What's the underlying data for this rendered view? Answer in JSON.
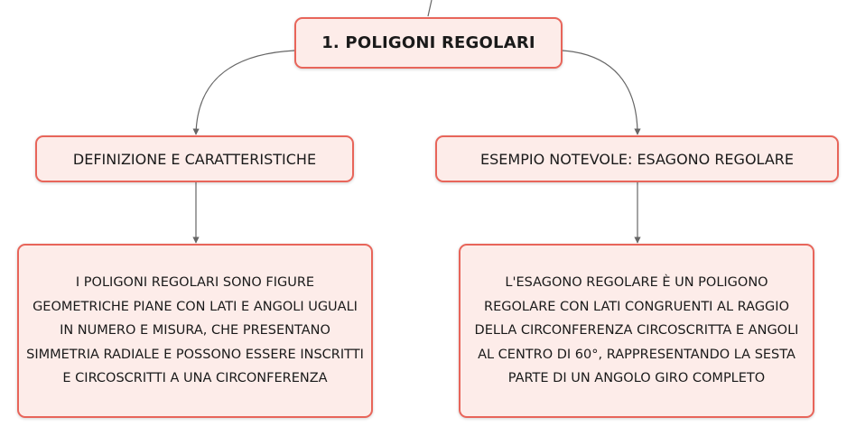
{
  "root": {
    "title": "1. POLIGONI REGOLARI"
  },
  "branches": [
    {
      "title": "DEFINIZIONE E CARATTERISTICHE",
      "detail": "I POLIGONI REGOLARI SONO FIGURE GEOMETRICHE PIANE CON LATI E ANGOLI UGUALI IN NUMERO E MISURA, CHE PRESENTANO SIMMETRIA RADIALE E POSSONO ESSERE INSCRITTI E CIRCOSCRITTI A UNA CIRCONFERENZA"
    },
    {
      "title": "ESEMPIO NOTEVOLE: ESAGONO REGOLARE",
      "detail": "L'ESAGONO REGOLARE È UN POLIGONO REGOLARE CON LATI CONGRUENTI AL RAGGIO DELLA CIRCONFERENZA CIRCOSCRITTA E ANGOLI AL CENTRO DI 60°, RAPPRESENTANDO LA SESTA PARTE DI UN ANGOLO GIRO COMPLETO"
    }
  ],
  "colors": {
    "node_border": "#e8655a",
    "node_fill": "#fdece9",
    "connector": "#666666"
  }
}
